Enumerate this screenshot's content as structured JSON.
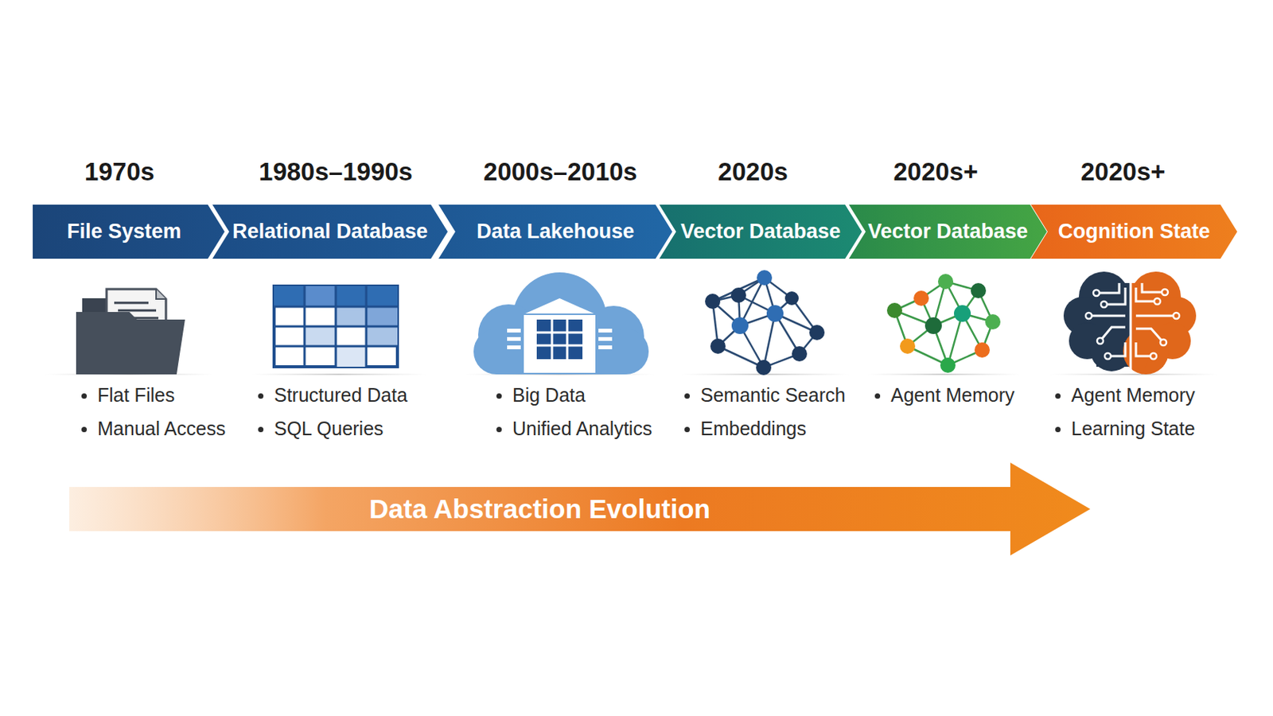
{
  "diagram": {
    "nodes": [
      {
        "text": [
          "File System"
        ]
      },
      {
        "text": [
          "Relational Database"
        ]
      },
      {
        "text": [
          "Data Lakehouse"
        ]
      },
      {
        "text": [
          "Vector Database"
        ]
      },
      {
        "text": [
          "Vector Database"
        ]
      },
      {
        "text": [
          "Cognition State"
        ]
      },
      {
        "text": [
          "Data Abstraction Evolution"
        ]
      }
    ],
    "labels": [
      "1970s",
      "1980s–1990s",
      "2000s–2010s",
      "2020s",
      "2020s+",
      "2020s+",
      "Flat Files",
      "Manual Access",
      "Structured Data",
      "SQL Queries",
      "Big Data",
      "Unified Analytics",
      "Semantic Search",
      "Embeddings",
      "Agent Memory",
      "Agent Memory",
      "Learning State"
    ]
  }
}
